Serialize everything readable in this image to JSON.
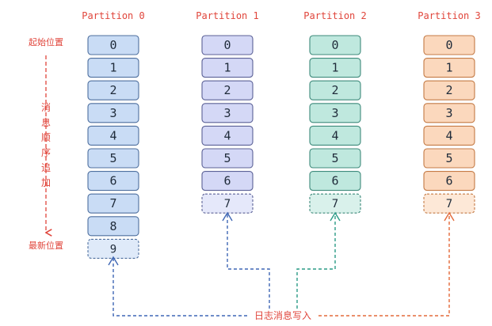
{
  "colors": {
    "label_red": "#e0453b",
    "blue_fill": "#c9dcf5",
    "blue_stroke": "#4e6f9e",
    "purple_fill": "#d4d8f6",
    "purple_stroke": "#5b6196",
    "teal_fill": "#bfe8de",
    "teal_stroke": "#3e8a7b",
    "orange_fill": "#fbd8bd",
    "orange_stroke": "#c47a45",
    "arrow_blue": "#3f67b5",
    "arrow_teal": "#2b9b86",
    "arrow_orange": "#e36a3a"
  },
  "labels": {
    "start_position": "起始位置",
    "order_chars": [
      "消",
      "息",
      "顺",
      "序",
      "追",
      "加"
    ],
    "latest_position": "最新位置",
    "log_write": "日志消息写入"
  },
  "partitions": [
    {
      "title": "Partition 0",
      "messages": [
        "0",
        "1",
        "2",
        "3",
        "4",
        "5",
        "6",
        "7",
        "8"
      ],
      "next": "9",
      "theme": "blue"
    },
    {
      "title": "Partition 1",
      "messages": [
        "0",
        "1",
        "2",
        "3",
        "4",
        "5",
        "6"
      ],
      "next": "7",
      "theme": "purple"
    },
    {
      "title": "Partition 2",
      "messages": [
        "0",
        "1",
        "2",
        "3",
        "4",
        "5",
        "6"
      ],
      "next": "7",
      "theme": "teal"
    },
    {
      "title": "Partition 3",
      "messages": [
        "0",
        "1",
        "2",
        "3",
        "4",
        "5",
        "6"
      ],
      "next": "7",
      "theme": "orange"
    }
  ]
}
